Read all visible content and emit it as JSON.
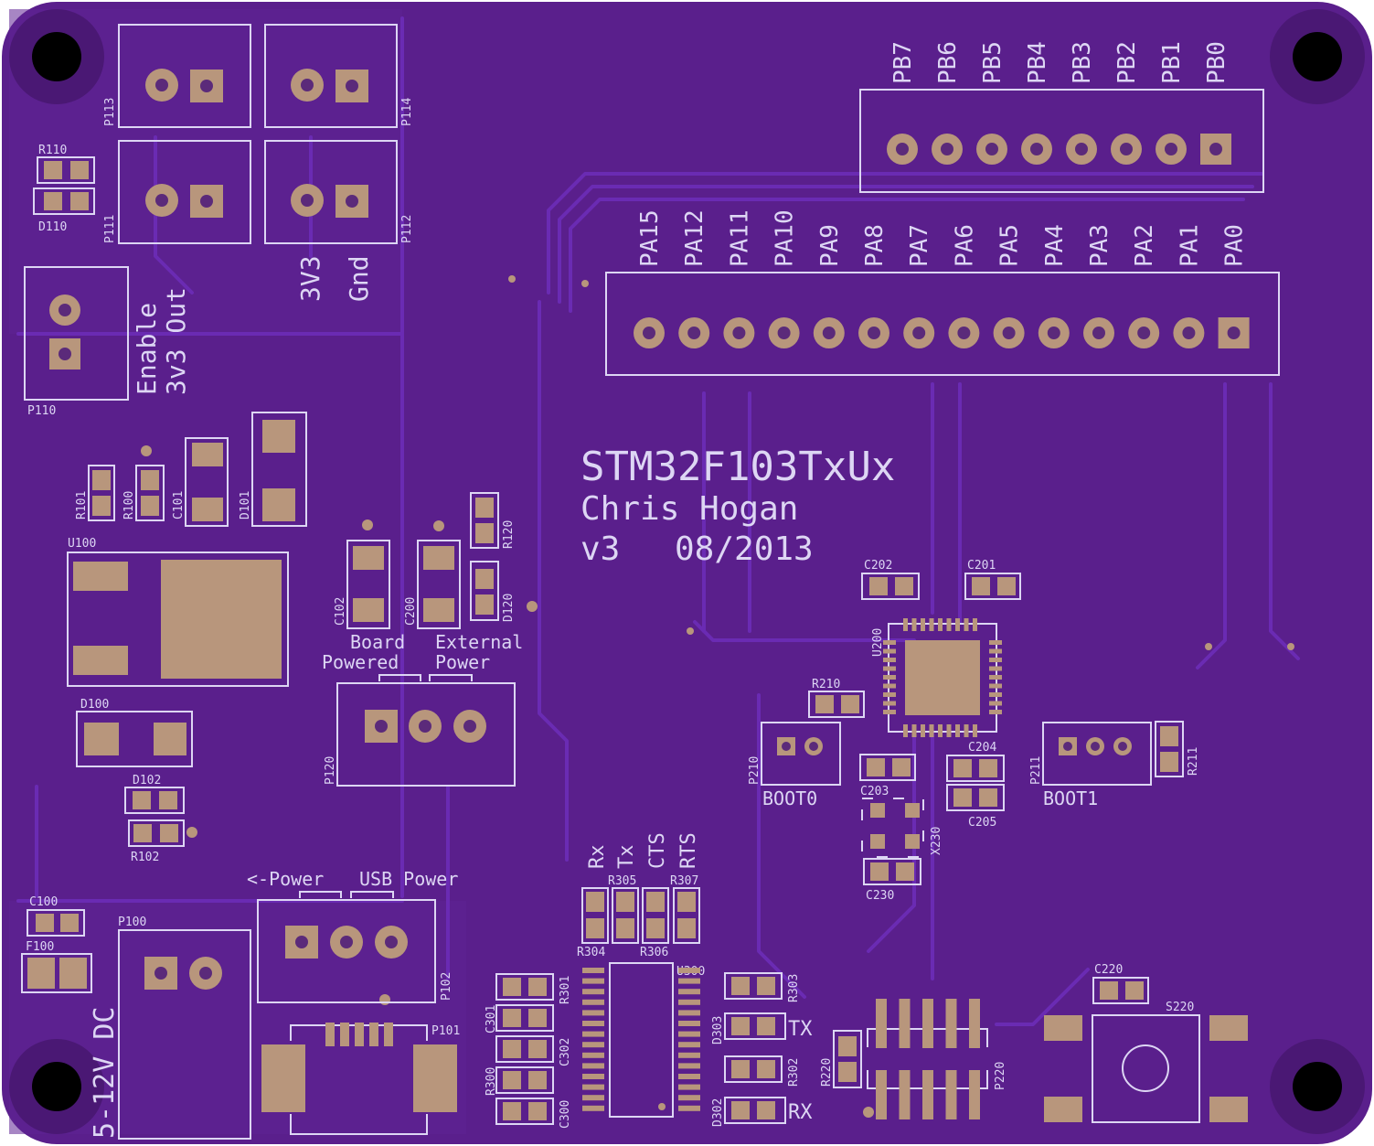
{
  "colors": {
    "board": "#5a1f8c",
    "board_dark": "#4a1874",
    "trace": "#6a2bb3",
    "silkscreen": "#ddd6f4",
    "pad": "#b8967c",
    "hole": "#5b2a7a"
  },
  "title": {
    "chip": "STM32F103TxUx",
    "author": "Chris Hogan",
    "version": "v3",
    "date": "08/2013"
  },
  "headers": {
    "port_b": [
      "PB7",
      "PB6",
      "PB5",
      "PB4",
      "PB3",
      "PB2",
      "PB1",
      "PB0"
    ],
    "port_a": [
      "PA15",
      "PA12",
      "PA11",
      "PA10",
      "PA9",
      "PA8",
      "PA7",
      "PA6",
      "PA5",
      "PA4",
      "PA3",
      "PA2",
      "PA1",
      "PA0"
    ]
  },
  "labels": {
    "enable": "Enable",
    "out3v3": "3v3 Out",
    "v3v3": "3V3",
    "gnd": "Gnd",
    "board": "Board",
    "powered": "Powered",
    "external": "External",
    "power": "Power",
    "boot0": "BOOT0",
    "boot1": "BOOT1",
    "arrow_power": "<-Power",
    "usb_power": "USB Power",
    "rx": "Rx",
    "tx": "Tx",
    "cts": "CTS",
    "rts": "RTS",
    "tx_led": "TX",
    "rx_led": "RX",
    "voltage": "5-12V DC"
  },
  "refdes": {
    "P113": "P113",
    "P114": "P114",
    "P111": "P111",
    "P112": "P112",
    "R110": "R110",
    "D110": "D110",
    "P110": "P110",
    "R101": "R101",
    "R100": "R100",
    "C101": "C101",
    "D101": "D101",
    "C102": "C102",
    "C200": "C200",
    "R120": "R120",
    "D120": "D120",
    "U100": "U100",
    "D100": "D100",
    "D102": "D102",
    "R102": "R102",
    "P120": "P120",
    "C100": "C100",
    "F100": "F100",
    "P100": "P100",
    "P102": "P102",
    "P101": "P101",
    "C202": "C202",
    "C201": "C201",
    "U200": "U200",
    "R210": "R210",
    "P210": "P210",
    "C203": "C203",
    "C204": "C204",
    "C205": "C205",
    "X230": "X230",
    "C230": "C230",
    "P211": "P211",
    "R211": "R211",
    "R305": "R305",
    "R307": "R307",
    "R304": "R304",
    "R306": "R306",
    "U300": "U300",
    "R301": "R301",
    "C301": "C301",
    "C302": "C302",
    "R300": "R300",
    "C300": "C300",
    "R303": "R303",
    "D303": "D303",
    "R302": "R302",
    "D302": "D302",
    "R220": "R220",
    "P220": "P220",
    "C220": "C220",
    "S220": "S220"
  }
}
